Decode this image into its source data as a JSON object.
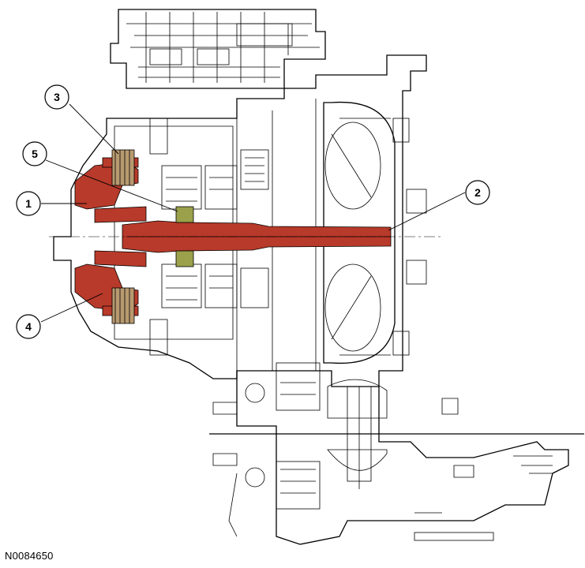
{
  "figure_id": "N0084650",
  "callouts": [
    {
      "label": "1"
    },
    {
      "label": "2"
    },
    {
      "label": "3"
    },
    {
      "label": "4"
    },
    {
      "label": "5"
    }
  ],
  "colors": {
    "highlight_red": "#b83a2a",
    "highlight_tan": "#b89a70",
    "highlight_olive": "#9aa14a",
    "line": "#000000"
  }
}
